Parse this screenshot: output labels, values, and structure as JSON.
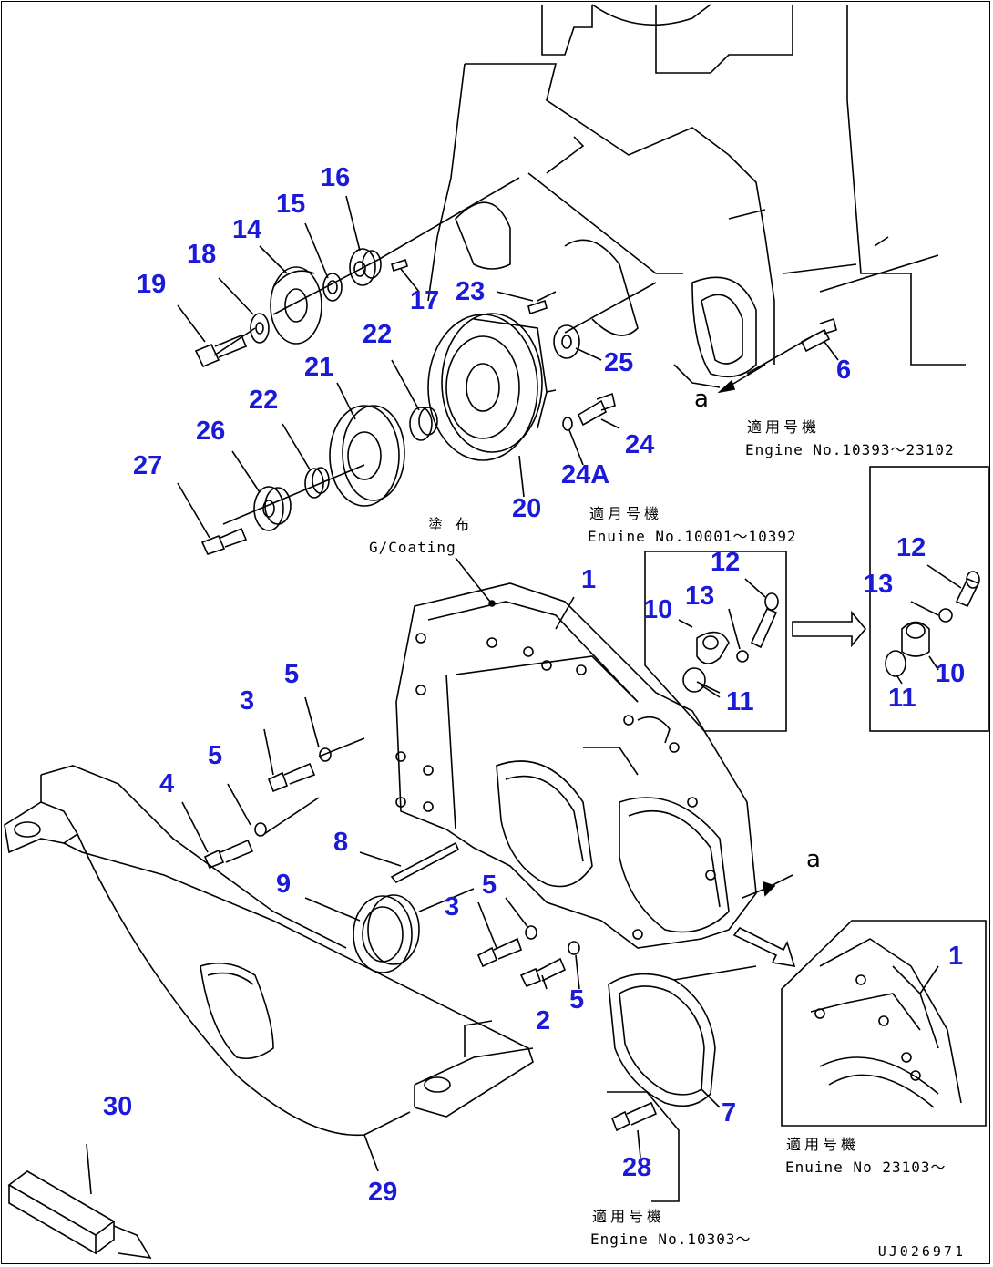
{
  "diagram": {
    "callouts": [
      {
        "id": "c1",
        "label": "1"
      },
      {
        "id": "c1b",
        "label": "1"
      },
      {
        "id": "c2",
        "label": "2"
      },
      {
        "id": "c3a",
        "label": "3"
      },
      {
        "id": "c3b",
        "label": "3"
      },
      {
        "id": "c4",
        "label": "4"
      },
      {
        "id": "c5a",
        "label": "5"
      },
      {
        "id": "c5b",
        "label": "5"
      },
      {
        "id": "c5c",
        "label": "5"
      },
      {
        "id": "c5d",
        "label": "5"
      },
      {
        "id": "c6",
        "label": "6"
      },
      {
        "id": "c7",
        "label": "7"
      },
      {
        "id": "c8",
        "label": "8"
      },
      {
        "id": "c9",
        "label": "9"
      },
      {
        "id": "c10a",
        "label": "10"
      },
      {
        "id": "c10b",
        "label": "10"
      },
      {
        "id": "c11a",
        "label": "11"
      },
      {
        "id": "c11b",
        "label": "11"
      },
      {
        "id": "c12a",
        "label": "12"
      },
      {
        "id": "c12b",
        "label": "12"
      },
      {
        "id": "c13a",
        "label": "13"
      },
      {
        "id": "c13b",
        "label": "13"
      },
      {
        "id": "c14",
        "label": "14"
      },
      {
        "id": "c15",
        "label": "15"
      },
      {
        "id": "c16",
        "label": "16"
      },
      {
        "id": "c17",
        "label": "17"
      },
      {
        "id": "c18",
        "label": "18"
      },
      {
        "id": "c19",
        "label": "19"
      },
      {
        "id": "c20",
        "label": "20"
      },
      {
        "id": "c21",
        "label": "21"
      },
      {
        "id": "c22a",
        "label": "22"
      },
      {
        "id": "c22b",
        "label": "22"
      },
      {
        "id": "c23",
        "label": "23"
      },
      {
        "id": "c24",
        "label": "24"
      },
      {
        "id": "c24A",
        "label": "24A"
      },
      {
        "id": "c25",
        "label": "25"
      },
      {
        "id": "c26",
        "label": "26"
      },
      {
        "id": "c27",
        "label": "27"
      },
      {
        "id": "c28",
        "label": "28"
      },
      {
        "id": "c29",
        "label": "29"
      },
      {
        "id": "c30",
        "label": "30"
      }
    ],
    "notes": {
      "applicable_jp_1": "適用号機",
      "engine_range_1": "Engine No.10393～23102",
      "applicable_jp_2": "適月号機",
      "engine_range_2": "Enuine No.10001～10392",
      "coating_jp": "塗 布",
      "coating_en": "G/Coating",
      "applicable_jp_3": "適用号機",
      "engine_range_3": "Enuine No 23103～",
      "applicable_jp_4": "適用号機",
      "engine_range_4": "Engine No.10303～",
      "ref_letter_1": "a",
      "ref_letter_2": "a",
      "drawing_code": "UJ026971"
    }
  }
}
